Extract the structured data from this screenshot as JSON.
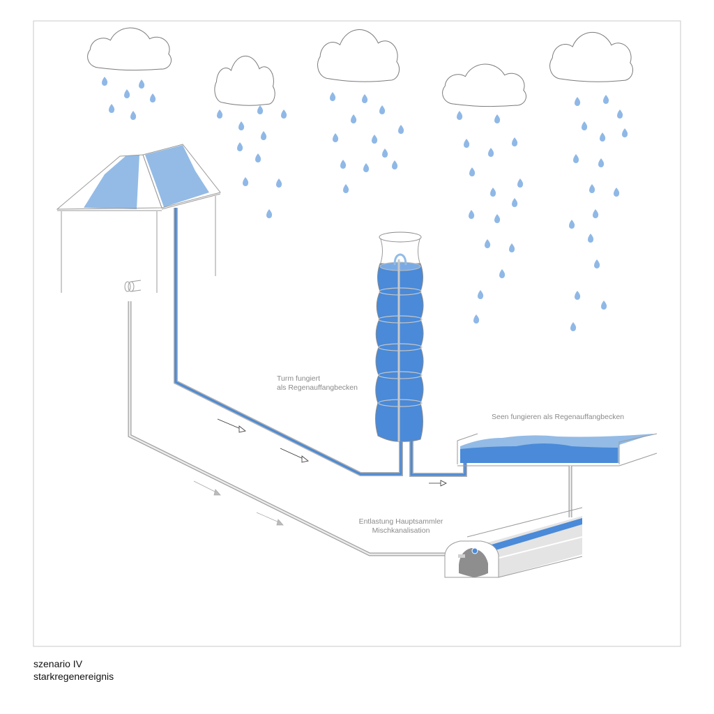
{
  "labels": {
    "tower_line1": "Turm fungiert",
    "tower_line2": "als Regenauffangbecken",
    "lakes": "Seen fungieren als Regenauffangbecken",
    "sewer_line1": "Entlastung Hauptsammler",
    "sewer_line2": "Mischkanalisation"
  },
  "caption": {
    "line1": "szenario IV",
    "line2": "starkregenereignis"
  },
  "colors": {
    "water": "#4a8ad8",
    "water_light": "#93bbe6",
    "rain": "#8fb8e6",
    "outline": "#9a9a9a"
  }
}
